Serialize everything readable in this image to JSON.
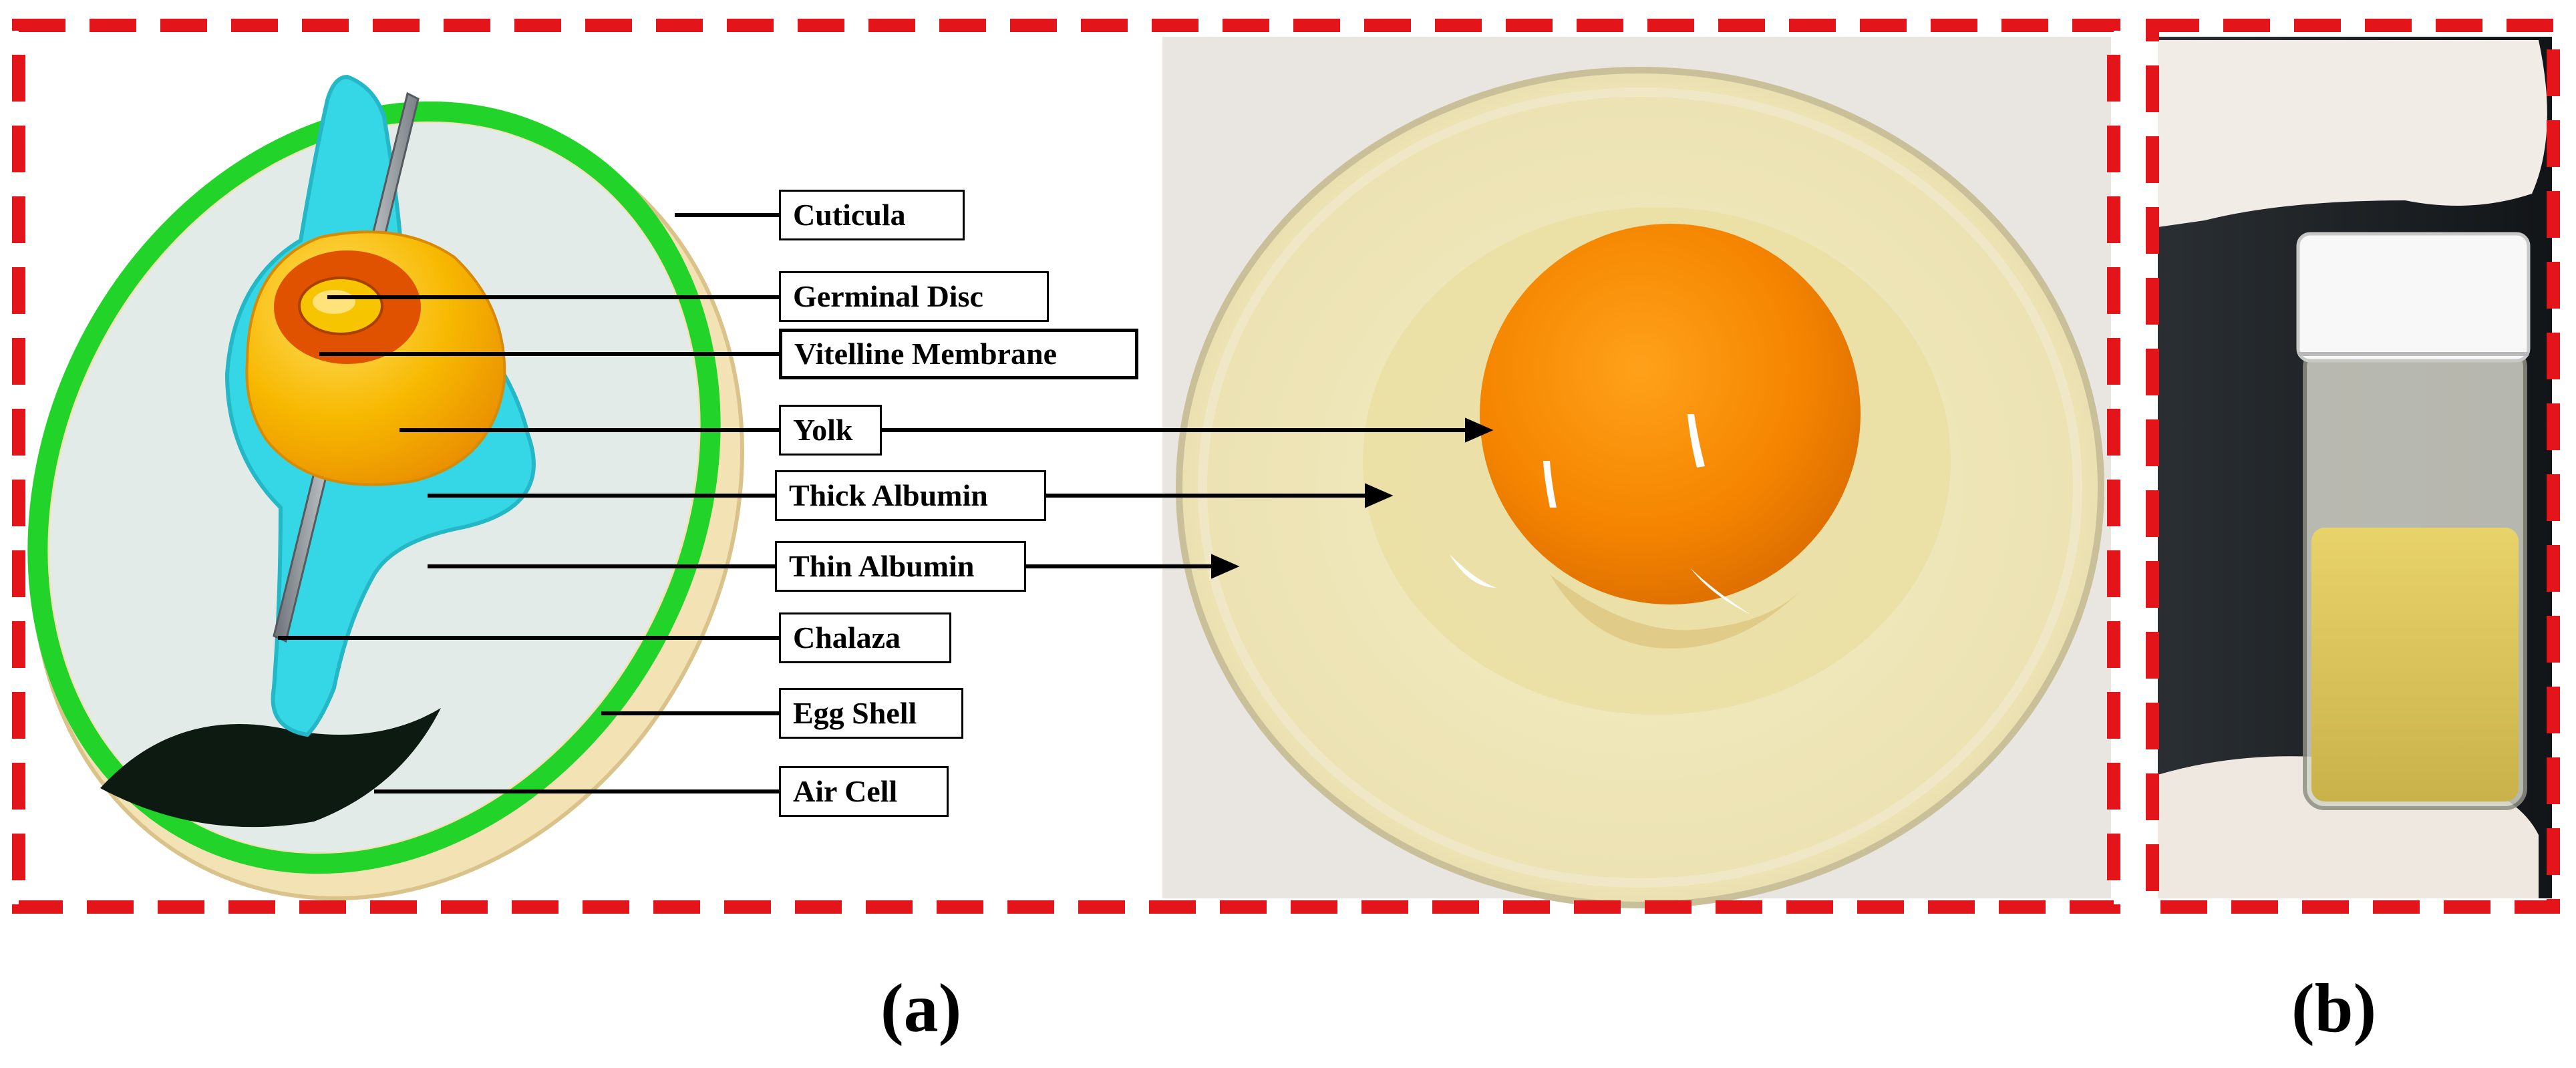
{
  "colors": {
    "frame": "#e4141b",
    "shell": "#f2e2b4",
    "cuticula": "#22d42a",
    "albumin_thick": "#35d6e6",
    "yolk": "#f5a000",
    "germinal_disc": "#e85a00",
    "air_cell": "#0c1a12"
  },
  "labels": {
    "cuticula": "Cuticula",
    "germinal_disc": "Germinal Disc",
    "vitelline_membrane": "Vitelline Membrane",
    "yolk": "Yolk",
    "thick_albumin": "Thick Albumin",
    "thin_albumin": "Thin Albumin",
    "chalaza": "Chalaza",
    "egg_shell": "Egg Shell",
    "air_cell": "Air Cell"
  },
  "captions": {
    "a": "(a)",
    "b": "(b)"
  }
}
